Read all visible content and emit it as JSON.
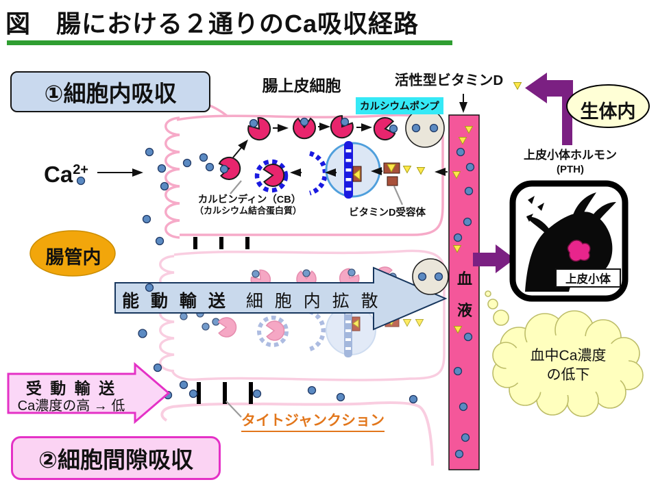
{
  "title": {
    "text": "図　腸における２通りのCa吸収経路"
  },
  "labels": {
    "route1": "①細胞内吸収",
    "route2": "②細胞間隙吸収",
    "epithelial_cell": "腸上皮細胞",
    "active_vitamin_d": "活性型ビタミンD",
    "calcium_pump": "カルシウムポンプ",
    "in_body": "生体内",
    "pth1": "上皮小体ホルモン",
    "pth2": "(PTH)",
    "parathyroid": "上皮小体",
    "ca_base": "Ca",
    "ca_sup": "2+",
    "lumen": "腸管内",
    "calbindin1": "カルビンディン（CB）",
    "calbindin2": "（カルシウム結合蛋白質）",
    "vdr": "ビタミンD受容体",
    "active1": "能 動 輸 送",
    "active2": "細 胞 内 拡 散",
    "passive1": "受 動 輸 送",
    "passive2": "Ca濃度の高 → 低",
    "tight_junction": "タイトジャンクション",
    "blood1": "血",
    "blood2": "液",
    "cloud1": "血中Ca濃度",
    "cloud2": "の低下"
  },
  "colors": {
    "green_rule": "#2f9e31",
    "blood_pink": "#f4579a",
    "purple": "#7b2082",
    "lumen_gold": "#f2a60b",
    "pump_cyan": "#35e9f6",
    "box1_blue": "#c9d9ee",
    "box2_pink": "#fbd3f3",
    "cloud_yellow": "#ffffbe",
    "arrow_blue": "#c9d9ec",
    "pac_pink": "#e8256d",
    "ca_dot_blue": "#5b8ac2",
    "dna_blue": "#1a1ae0",
    "receptor_brown": "#a8503a",
    "vitd_yellow": "#ffe84a",
    "tight_junction_orange": "#e2761b"
  }
}
